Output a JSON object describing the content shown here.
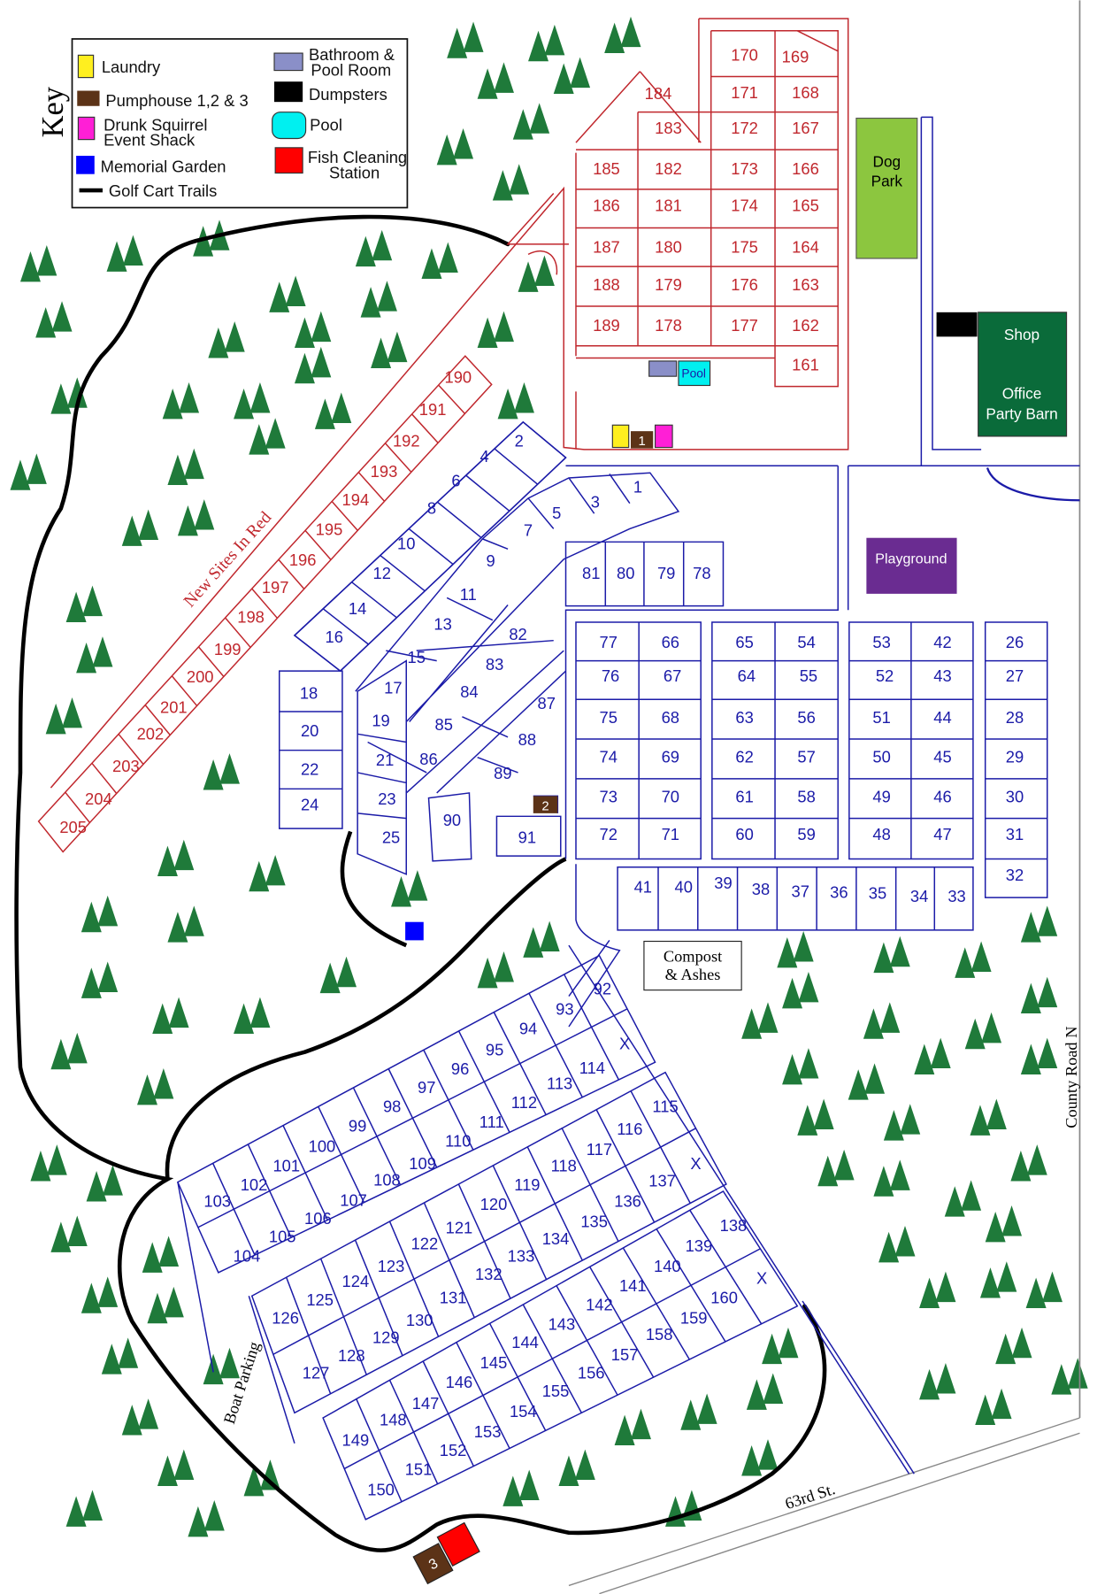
{
  "key": {
    "title": "Key",
    "items": [
      {
        "label": "Laundry",
        "color": "#ffef1f"
      },
      {
        "label": "Pumphouse 1,2 & 3",
        "color": "#5c3317"
      },
      {
        "label_line1": "Drunk Squirrel",
        "label_line2": "Event Shack",
        "color": "#ff1fd6"
      },
      {
        "label": "Memorial Garden",
        "color": "#0000ff"
      },
      {
        "label": "Golf Cart Trails",
        "color": "#000000"
      },
      {
        "label_line1": "Bathroom &",
        "label_line2": "Pool Room",
        "color": "#8a8fc8"
      },
      {
        "label": "Dumpsters",
        "color": "#000000"
      },
      {
        "label": "Pool",
        "color": "#00f0f0"
      },
      {
        "label_line1": "Fish Cleaning",
        "label_line2": "Station",
        "color": "#ff0000"
      }
    ]
  },
  "places": {
    "dog_park_line1": "Dog",
    "dog_park_line2": "Park",
    "shop": "Shop",
    "office_line1": "Office",
    "office_line2": "Party Barn",
    "playground": "Playground",
    "pool": "Pool",
    "pumphouse_1": "1",
    "pumphouse_2": "2",
    "pumphouse_3": "3",
    "compost_line1": "Compost",
    "compost_line2": "& Ashes",
    "new_sites": "New Sites In Red",
    "boat_parking": "Boat Parking",
    "street_63rd": "63rd St.",
    "county_road": "County Road N"
  },
  "colors": {
    "new_sites": "#c0272d",
    "existing_sites": "#1b1ba8",
    "dog_park": "#8cc63f",
    "shop": "#0a6b3a",
    "playground": "#6a2c91",
    "trees": "#1f7a3a"
  },
  "sites": {
    "red": [
      "170",
      "169",
      "184",
      "171",
      "168",
      "183",
      "172",
      "167",
      "185",
      "182",
      "173",
      "166",
      "186",
      "181",
      "174",
      "165",
      "187",
      "180",
      "175",
      "164",
      "188",
      "179",
      "176",
      "163",
      "189",
      "178",
      "177",
      "162",
      "161",
      "190",
      "191",
      "192",
      "193",
      "194",
      "195",
      "196",
      "197",
      "198",
      "199",
      "200",
      "201",
      "202",
      "203",
      "204",
      "205"
    ],
    "blue": [
      "2",
      "4",
      "6",
      "8",
      "10",
      "12",
      "14",
      "16",
      "1",
      "3",
      "5",
      "7",
      "9",
      "11",
      "13",
      "15",
      "17",
      "19",
      "21",
      "23",
      "25",
      "18",
      "20",
      "22",
      "24",
      "82",
      "83",
      "84",
      "85",
      "86",
      "87",
      "88",
      "89",
      "90",
      "91",
      "81",
      "80",
      "79",
      "78",
      "77",
      "66",
      "76",
      "67",
      "75",
      "68",
      "74",
      "69",
      "73",
      "70",
      "72",
      "71",
      "65",
      "54",
      "64",
      "55",
      "63",
      "56",
      "62",
      "57",
      "61",
      "58",
      "60",
      "59",
      "53",
      "42",
      "52",
      "43",
      "51",
      "44",
      "50",
      "45",
      "49",
      "46",
      "48",
      "47",
      "26",
      "27",
      "28",
      "29",
      "30",
      "31",
      "32",
      "41",
      "40",
      "39",
      "38",
      "37",
      "36",
      "35",
      "34",
      "33",
      "92",
      "93",
      "94",
      "95",
      "96",
      "97",
      "98",
      "99",
      "100",
      "101",
      "102",
      "103",
      "X",
      "114",
      "113",
      "112",
      "111",
      "110",
      "109",
      "108",
      "107",
      "106",
      "105",
      "104",
      "115",
      "116",
      "117",
      "118",
      "119",
      "120",
      "121",
      "122",
      "123",
      "124",
      "125",
      "126",
      "X",
      "137",
      "136",
      "135",
      "134",
      "133",
      "132",
      "131",
      "130",
      "129",
      "128",
      "127",
      "138",
      "139",
      "140",
      "141",
      "142",
      "143",
      "144",
      "145",
      "146",
      "147",
      "148",
      "149",
      "X",
      "160",
      "159",
      "158",
      "157",
      "156",
      "155",
      "154",
      "153",
      "152",
      "151",
      "150"
    ]
  }
}
